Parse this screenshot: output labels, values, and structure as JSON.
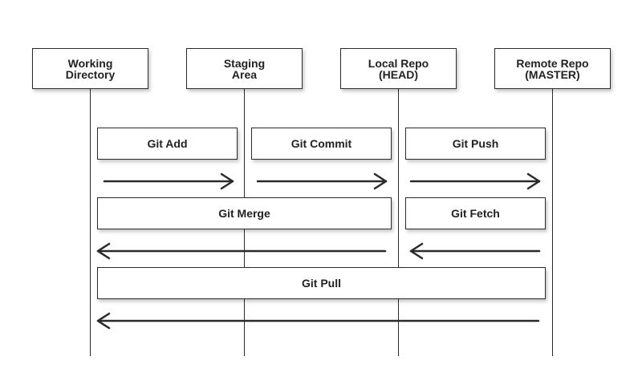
{
  "participants": [
    {
      "id": "wd",
      "label": "Working\nDirectory"
    },
    {
      "id": "sa",
      "label": "Staging\nArea"
    },
    {
      "id": "lr",
      "label": "Local Repo\n(HEAD)"
    },
    {
      "id": "rr",
      "label": "Remote Repo\n(MASTER)"
    }
  ],
  "actions": {
    "git_add": "Git Add",
    "git_commit": "Git Commit",
    "git_push": "Git Push",
    "git_merge": "Git Merge",
    "git_fetch": "Git Fetch",
    "git_pull": "Git Pull"
  },
  "colors": {
    "line": "#2a2a2a",
    "text": "#222222",
    "box_fill": "#ffffff"
  }
}
